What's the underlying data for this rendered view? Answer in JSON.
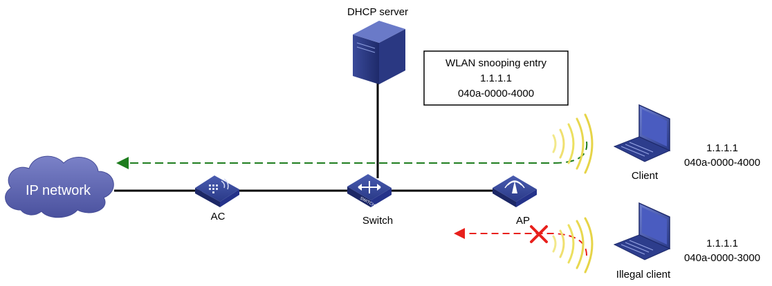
{
  "nodes": {
    "ip_network": {
      "label": "IP network"
    },
    "ac": {
      "label": "AC"
    },
    "switch": {
      "label": "Switch",
      "badge": "SWITCH"
    },
    "ap": {
      "label": "AP"
    },
    "dhcp_server": {
      "label": "DHCP server"
    },
    "client": {
      "label": "Client",
      "ip": "1.1.1.1",
      "mac": "040a-0000-4000"
    },
    "illegal_client": {
      "label": "Illegal client",
      "ip": "1.1.1.1",
      "mac": "040a-0000-3000"
    }
  },
  "snooping_entry": {
    "title": "WLAN snooping entry",
    "ip": "1.1.1.1",
    "mac": "040a-0000-4000"
  },
  "colors": {
    "cloud": "#5a62b0",
    "device_blue": "#2d3d8c",
    "allowed_path": "#1e7d1e",
    "blocked_path": "#e8201c",
    "wifi": "#f0e070"
  }
}
